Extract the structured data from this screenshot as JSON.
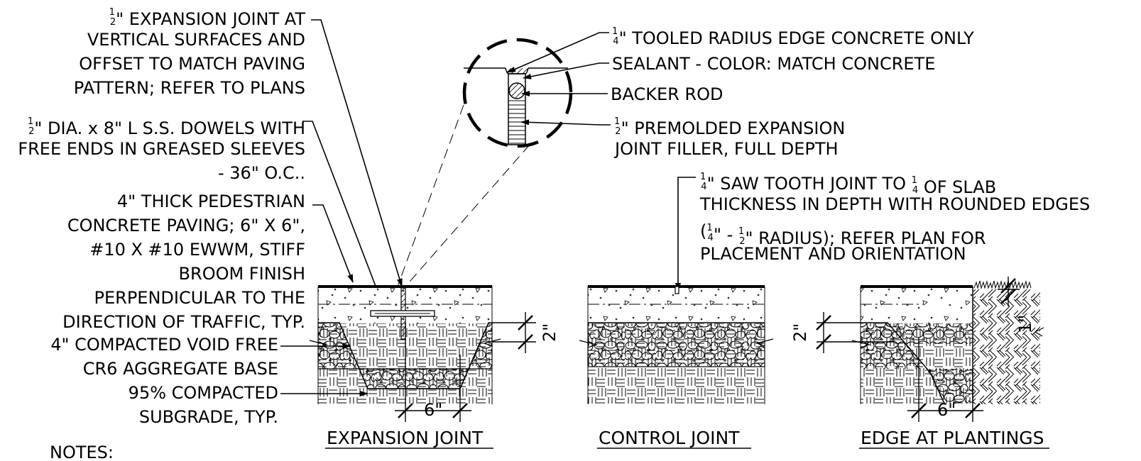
{
  "callouts": {
    "expansion_joint_vertical": [
      {
        "frac": "1/2",
        "text": "\" EXPANSION JOINT AT"
      },
      {
        "text": "VERTICAL SURFACES AND"
      },
      {
        "text": "OFFSET TO MATCH PAVING"
      },
      {
        "text": "PATTERN; REFER TO PLANS"
      }
    ],
    "dowels": [
      {
        "frac": "1/2",
        "text": "\" DIA. x 8\" L S.S. DOWELS WITH"
      },
      {
        "text": "FREE ENDS IN GREASED SLEEVES"
      },
      {
        "text": "- 36\" O.C.."
      }
    ],
    "paving": [
      "4\" THICK PEDESTRIAN",
      "CONCRETE PAVING;   6\" X 6\",",
      "#10 X #10 EWWM, STIFF",
      "BROOM FINISH",
      "PERPENDICULAR TO THE",
      "DIRECTION OF TRAFFIC, TYP."
    ],
    "aggregate": [
      "4\" COMPACTED VOID FREE",
      "CR6 AGGREGATE BASE"
    ],
    "subgrade": [
      "95% COMPACTED",
      "SUBGRADE, TYP."
    ],
    "tooled_edge": {
      "frac": "1/4",
      "text": "\" TOOLED RADIUS EDGE CONCRETE ONLY"
    },
    "sealant": "SEALANT - COLOR: MATCH CONCRETE",
    "backer_rod": "BACKER ROD",
    "premolded": [
      {
        "frac": "1/2",
        "text": "\" PREMOLDED EXPANSION"
      },
      {
        "text": "JOINT FILLER, FULL DEPTH"
      }
    ],
    "saw_tooth": [
      {
        "parts": [
          {
            "frac": "1/4"
          },
          {
            "t": "\" SAW TOOTH JOINT TO "
          },
          {
            "frac": "1/4"
          },
          {
            "t": " OF SLAB"
          }
        ]
      },
      {
        "parts": [
          {
            "t": "THICKNESS IN DEPTH WITH ROUNDED EDGES"
          }
        ]
      },
      {
        "parts": [
          {
            "t": "("
          },
          {
            "frac": "1/4"
          },
          {
            "t": "\" - "
          },
          {
            "frac": "1/2"
          },
          {
            "t": "\" RADIUS); REFER PLAN FOR"
          }
        ]
      },
      {
        "parts": [
          {
            "t": "PLACEMENT AND ORIENTATION"
          }
        ]
      }
    ]
  },
  "dimensions": {
    "expansion_width": "6\"",
    "expansion_depth": "2\"",
    "edge_width": "6\"",
    "edge_depth": "2\"",
    "edge_grade": "1\""
  },
  "titles": {
    "expansion": "EXPANSION JOINT",
    "control": "CONTROL JOINT",
    "edge": "EDGE AT PLANTINGS"
  },
  "notes_label": "NOTES:"
}
